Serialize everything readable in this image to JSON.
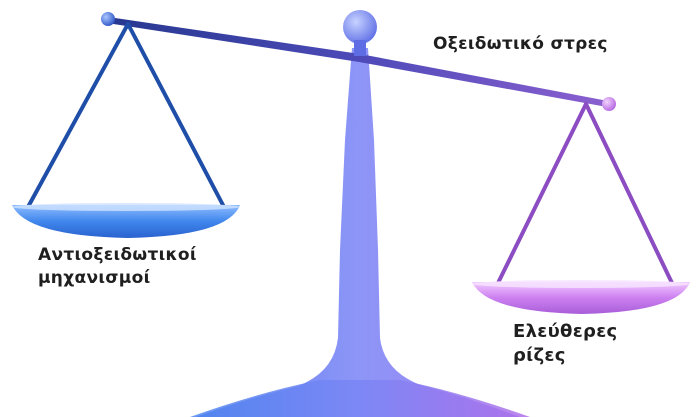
{
  "labels": {
    "oxidative_stress": "Οξειδωτικό στρες",
    "antioxidant_line1": "Αντιοξειδωτικοί",
    "antioxidant_line2": "μηχανισμοί",
    "free_radicals_line1": "Ελεύθερες",
    "free_radicals_line2": "ρίζες"
  },
  "colors": {
    "left_pan": "#3d7fe6",
    "right_pan": "#c77ae8",
    "stand": "#6f77f0",
    "beam": "#3b3aa8"
  },
  "icons": {
    "scale": "balance-scale-icon"
  }
}
